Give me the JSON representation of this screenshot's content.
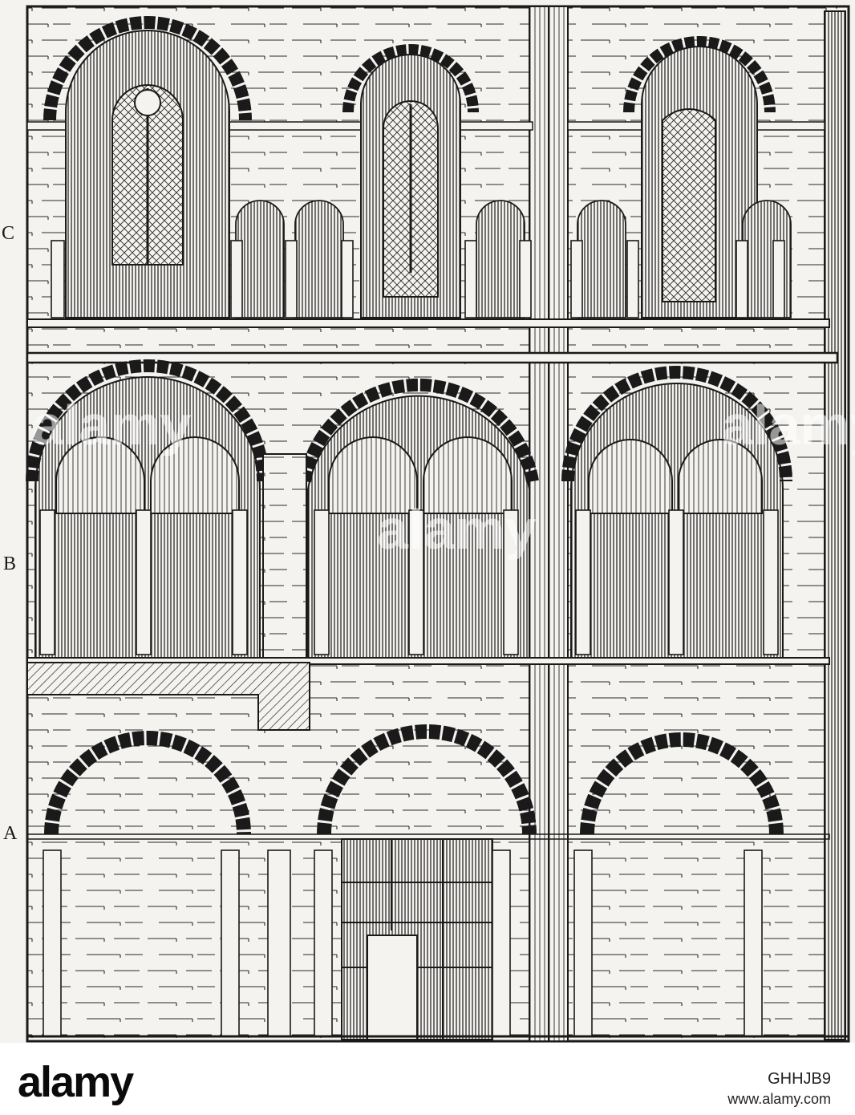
{
  "story_labels": {
    "upper": "C",
    "middle": "B",
    "lower": "A"
  },
  "footer": {
    "brand": "alamy",
    "image_id": "GHHJB9",
    "url": "www.alamy.com"
  },
  "watermark": {
    "text": "alamy"
  },
  "colors": {
    "ink": "#1a1a1a",
    "paper": "#f4f3ef",
    "footer_bg": "#ffffff"
  }
}
